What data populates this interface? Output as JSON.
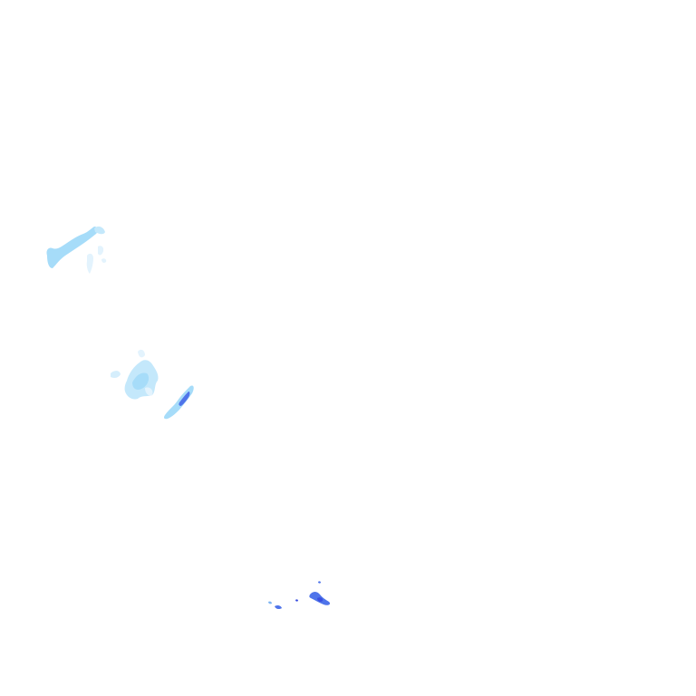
{
  "map": {
    "background_color": "#ffffff",
    "layer": "precipitation-radar",
    "intensity_palette": {
      "very_light": "#e3f3fd",
      "light": "#c4e8fb",
      "light_moderate": "#a6dcf9",
      "moderate": "#7fb6f2",
      "heavy": "#4f74ea",
      "very_heavy": "#3a4fe0"
    },
    "echoes": [
      {
        "id": "northwest-band",
        "intensity": "light_moderate"
      },
      {
        "id": "northwest-band-fringe",
        "intensity": "very_light"
      },
      {
        "id": "central-cluster",
        "intensity": "light"
      },
      {
        "id": "central-cluster-core",
        "intensity": "light_moderate"
      },
      {
        "id": "central-streak",
        "intensity": "moderate"
      },
      {
        "id": "central-streak-core",
        "intensity": "heavy"
      },
      {
        "id": "southern-cell",
        "intensity": "heavy"
      },
      {
        "id": "southern-cell-fragment",
        "intensity": "very_heavy"
      }
    ]
  }
}
